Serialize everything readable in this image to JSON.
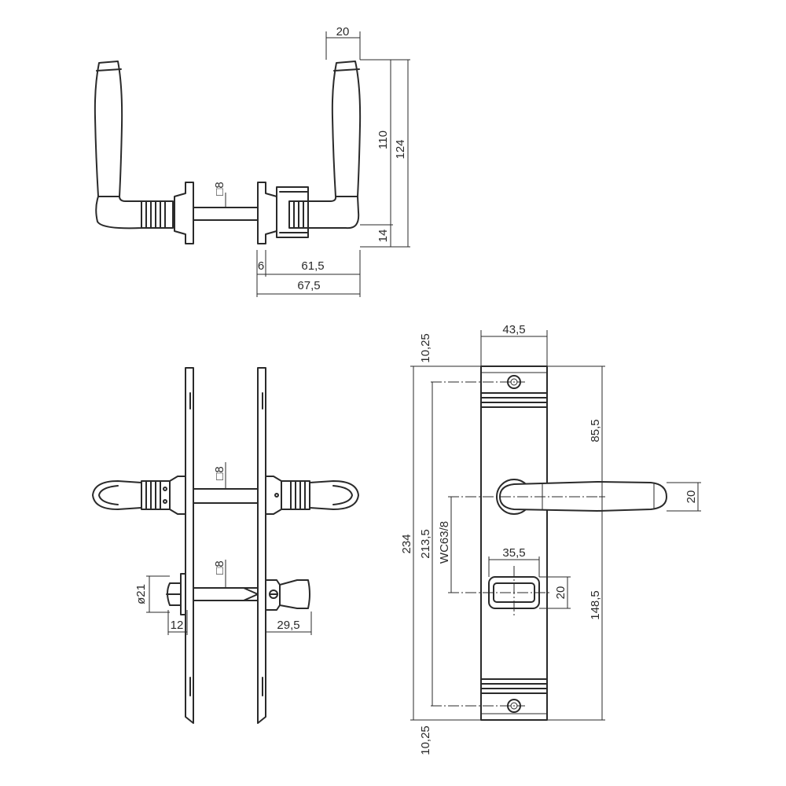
{
  "drawing": {
    "top_view": {
      "dim_20": "20",
      "dim_110": "110",
      "dim_124": "124",
      "dim_14": "14",
      "dim_sq8": "□8",
      "dim_6": "6",
      "dim_61_5": "61,5",
      "dim_67_5": "67,5"
    },
    "side_view": {
      "dim_sq8_upper": "□8",
      "dim_sq8_lower": "□8",
      "dim_dia21": "ø21",
      "dim_12": "12",
      "dim_29_5": "29,5"
    },
    "front_view": {
      "dim_43_5": "43,5",
      "dim_10_25_top": "10,25",
      "dim_85_5": "85,5",
      "dim_20_lever": "20",
      "dim_234": "234",
      "dim_213_5": "213,5",
      "dim_wc": "WC63/8",
      "dim_35_5": "35,5",
      "dim_20_slot": "20",
      "dim_148_5": "148,5",
      "dim_10_25_bottom": "10,25"
    }
  }
}
